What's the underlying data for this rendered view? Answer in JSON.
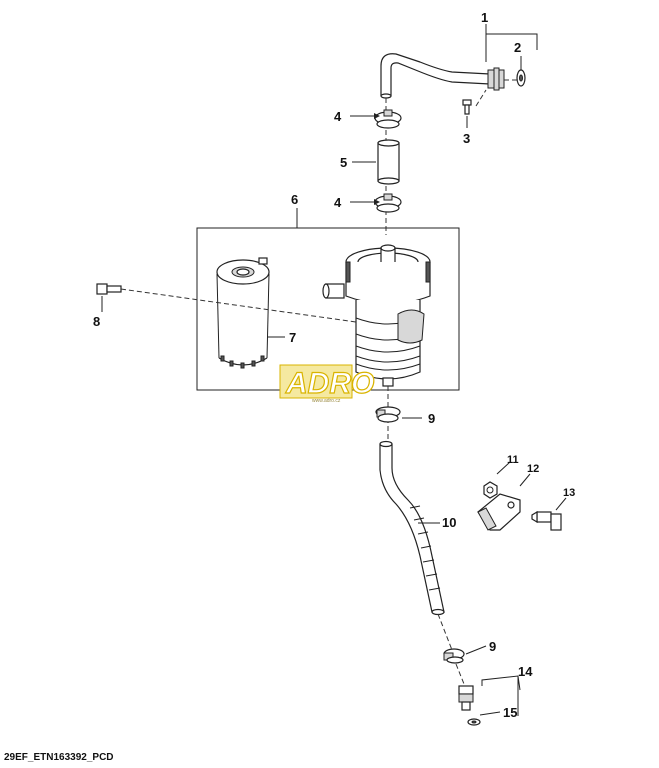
{
  "diagram": {
    "callouts": {
      "c1": "1",
      "c2": "2",
      "c3": "3",
      "c4a": "4",
      "c4b": "4",
      "c5": "5",
      "c6": "6",
      "c7": "7",
      "c8": "8",
      "c9a": "9",
      "c9b": "9",
      "c10": "10",
      "c11": "11",
      "c12": "12",
      "c13": "13",
      "c14": "14",
      "c15": "15"
    },
    "watermark": {
      "brand": "ADRO",
      "url": "www.adro.cz"
    },
    "reference": "29EF_ETN163392_PCD",
    "line_color": "#222222",
    "watermark_color": "#d9b400"
  }
}
